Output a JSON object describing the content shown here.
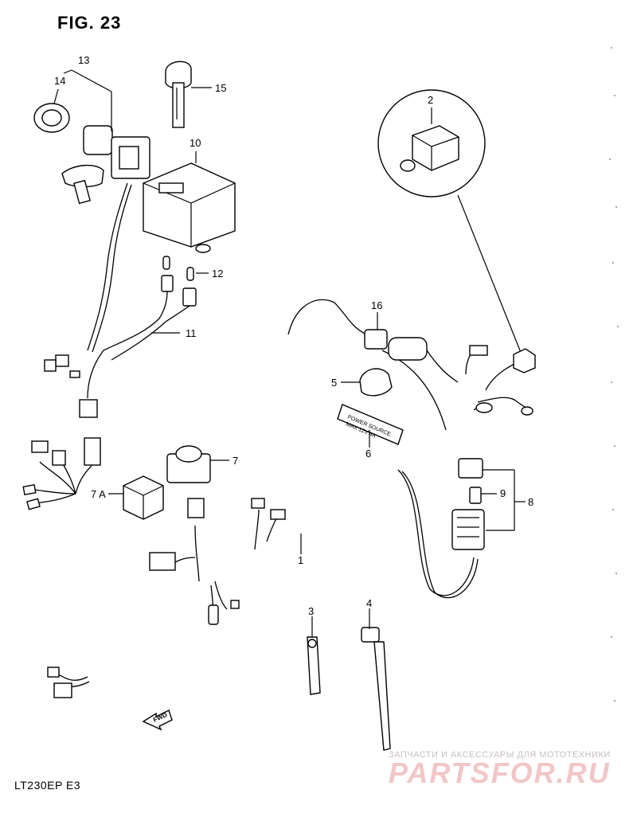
{
  "figure_title": "FIG. 23",
  "model_code": "LT230EP  E3",
  "fwd_label": "FWD",
  "watermark": {
    "subtitle": "ЗАПЧАСТИ И АКСЕССУАРЫ ДЛЯ МОТОТЕХНИКИ",
    "logo": "PARTSFOR.RU"
  },
  "label_plate_text": [
    "POWER SOURCE",
    "MAX 12V 4A"
  ],
  "parts": [
    {
      "id": "p1",
      "number": "1"
    },
    {
      "id": "p2",
      "number": "2"
    },
    {
      "id": "p3",
      "number": "3"
    },
    {
      "id": "p4",
      "number": "4"
    },
    {
      "id": "p5",
      "number": "5"
    },
    {
      "id": "p6",
      "number": "6"
    },
    {
      "id": "p7",
      "number": "7"
    },
    {
      "id": "p7a",
      "number": "7 A"
    },
    {
      "id": "p8",
      "number": "8"
    },
    {
      "id": "p9",
      "number": "9"
    },
    {
      "id": "p10",
      "number": "10"
    },
    {
      "id": "p11",
      "number": "11"
    },
    {
      "id": "p12",
      "number": "12"
    },
    {
      "id": "p13",
      "number": "13"
    },
    {
      "id": "p14",
      "number": "14"
    },
    {
      "id": "p15",
      "number": "15"
    },
    {
      "id": "p16",
      "number": "16"
    }
  ]
}
